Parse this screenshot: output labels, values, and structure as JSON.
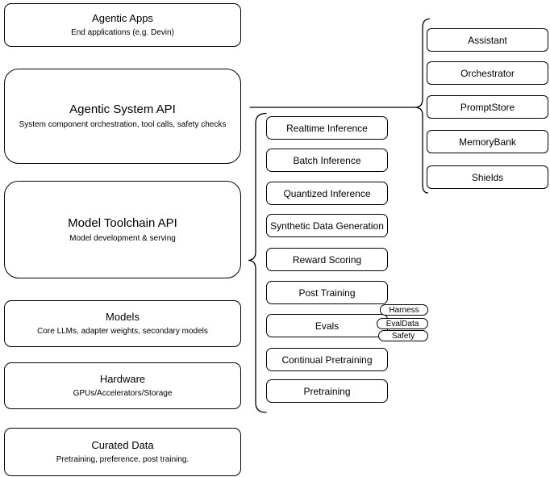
{
  "diagram": {
    "left_stack": [
      {
        "title": "Agentic Apps",
        "subtitle": "End applications (e.g. Devin)"
      },
      {
        "title": "Agentic System API",
        "subtitle": "System component orchestration, tool calls, safety checks"
      },
      {
        "title": "Model Toolchain API",
        "subtitle": "Model development & serving"
      },
      {
        "title": "Models",
        "subtitle": "Core LLMs, adapter weights, secondary models"
      },
      {
        "title": "Hardware",
        "subtitle": "GPUs/Accelerators/Storage"
      },
      {
        "title": "Curated Data",
        "subtitle": "Pretraining, preference, post training."
      }
    ],
    "toolchain_services": [
      "Realtime Inference",
      "Batch Inference",
      "Quantized Inference",
      "Synthetic Data Generation",
      "Reward Scoring",
      "Post Training",
      "Evals",
      "Continual Pretraining",
      "Pretraining"
    ],
    "evals_tags": [
      "Harness",
      "EvalData",
      "Safety"
    ],
    "system_components": [
      "Assistant",
      "Orchestrator",
      "PromptStore",
      "MemoryBank",
      "Shields"
    ],
    "colors": {
      "stroke": "#000000",
      "background": "#ffffff",
      "text": "#000000"
    }
  }
}
